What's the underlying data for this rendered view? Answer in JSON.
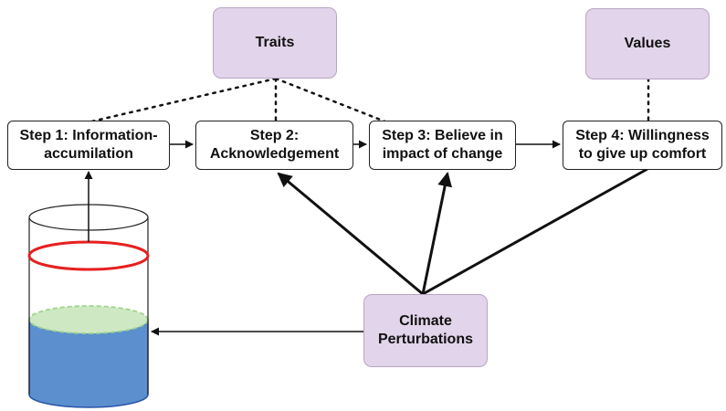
{
  "nodes": {
    "traits": {
      "label": "Traits"
    },
    "values": {
      "label": "Values"
    },
    "step1": {
      "line1": "Step 1: Information-",
      "line2": "accumilation"
    },
    "step2": {
      "line1": "Step 2:",
      "line2": "Acknowledgement"
    },
    "step3": {
      "line1": "Step 3: Believe in",
      "line2": "impact of change"
    },
    "step4": {
      "line1": "Step 4: Willingness",
      "line2": "to give up comfort"
    },
    "climate": {
      "line1": "Climate",
      "line2": "Perturbations"
    }
  },
  "colors": {
    "purple_fill": "#e2d4ea",
    "purple_border": "#b8a5c4",
    "water_fill": "#5b8fce",
    "water_top_fill": "#cfe8c4",
    "water_top_border": "#9fd48c",
    "threshold_ring": "#e62020"
  },
  "icons": {
    "container": "cylinder-container-icon"
  }
}
